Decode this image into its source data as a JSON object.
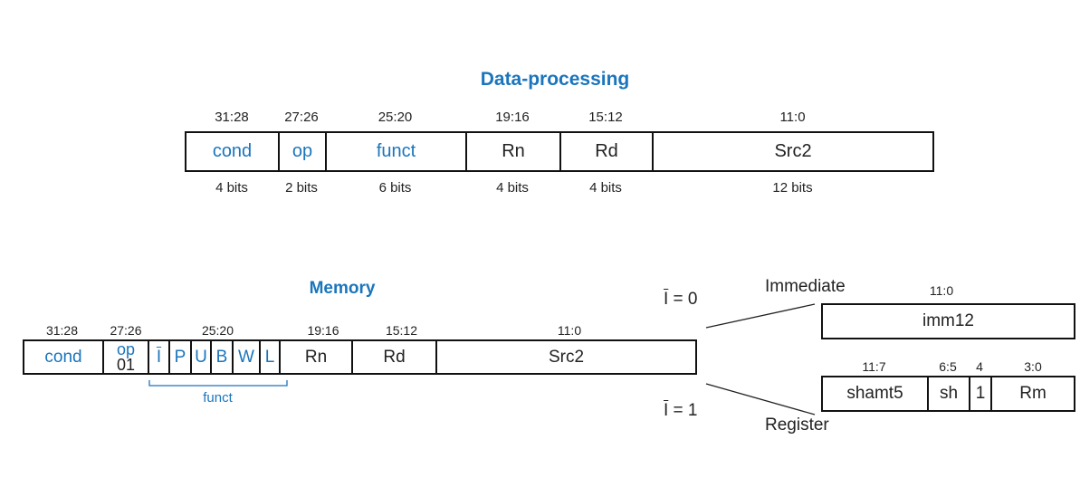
{
  "colors": {
    "accent": "#1a75bc",
    "line": "#111111"
  },
  "dp": {
    "title": "Data-processing",
    "fields": [
      {
        "bits": "31:28",
        "name": "cond",
        "width": "4 bits"
      },
      {
        "bits": "27:26",
        "name": "op",
        "width": "2 bits"
      },
      {
        "bits": "25:20",
        "name": "funct",
        "width": "6 bits"
      },
      {
        "bits": "19:16",
        "name": "Rn",
        "width": "4 bits"
      },
      {
        "bits": "15:12",
        "name": "Rd",
        "width": "4 bits"
      },
      {
        "bits": "11:0",
        "name": "Src2",
        "width": "12 bits"
      }
    ]
  },
  "mem": {
    "title": "Memory",
    "bits": [
      "31:28",
      "27:26",
      "25:20",
      "19:16",
      "15:12",
      "11:0"
    ],
    "cond": "cond",
    "op_label": "op",
    "op_value": "01",
    "flags": [
      "I",
      "P",
      "U",
      "B",
      "W",
      "L"
    ],
    "funct_label": "funct",
    "rn": "Rn",
    "rd": "Rd",
    "src2": "Src2",
    "i0_text": "I",
    "i0_suffix": " = 0",
    "i1_text": "I",
    "i1_suffix": " = 1"
  },
  "imm": {
    "label": "Immediate",
    "bits": "11:0",
    "field": "imm12"
  },
  "reg": {
    "label": "Register",
    "bits": [
      "11:7",
      "6:5",
      "4",
      "3:0"
    ],
    "fields": [
      "shamt5",
      "sh",
      "1",
      "Rm"
    ]
  }
}
